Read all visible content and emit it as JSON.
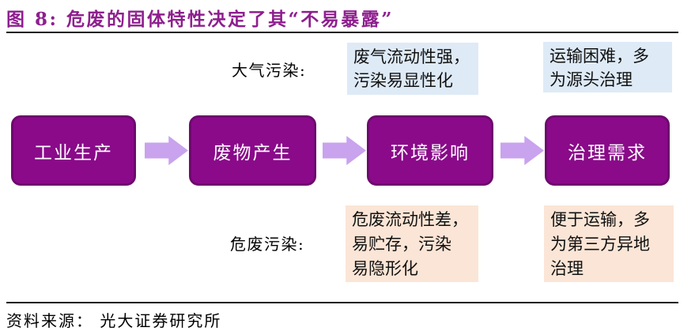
{
  "title": "图 8: 危废的固体特性决定了其“不易暴露”",
  "top_row": {
    "label": "大气污染:",
    "notes": [
      "废气流动性强，\n污染易显性化",
      "运输困难，多\n为源头治理"
    ]
  },
  "flow": {
    "steps": [
      {
        "label": "工业生产"
      },
      {
        "label": "废物产生"
      },
      {
        "label": "环境影响"
      },
      {
        "label": "治理需求"
      }
    ]
  },
  "bottom_row": {
    "label": "危废污染:",
    "notes": [
      "危废流动性差，\n易贮存，污染\n易隐形化",
      "便于运输，多\n为第三方异地\n治理"
    ]
  },
  "source": "资料来源： 光大证券研究所",
  "colors": {
    "title": "#8E1F8E",
    "box_fill": "#8A0A8A",
    "box_border": "#6E0A6E",
    "arrow": "#C9A3EE",
    "note_blue": "#DEEAF6",
    "note_orange": "#FBE5D6"
  }
}
